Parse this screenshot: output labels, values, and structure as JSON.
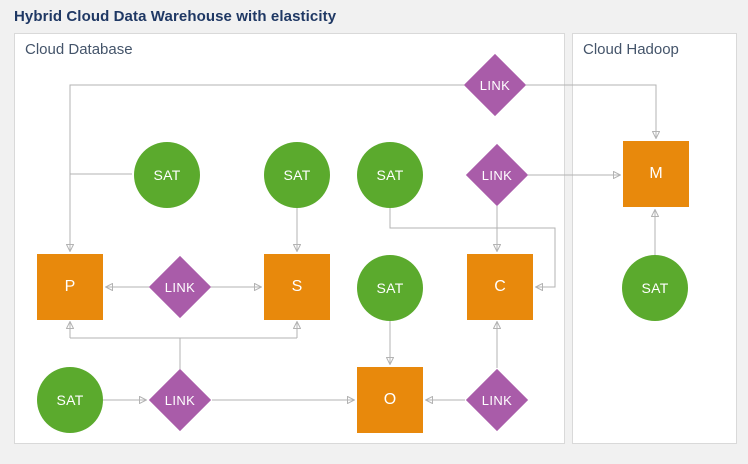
{
  "title": "Hybrid Cloud Data Warehouse with elasticity",
  "containers": {
    "database": {
      "label": "Cloud Database"
    },
    "hadoop": {
      "label": "Cloud Hadoop"
    }
  },
  "nodes": {
    "link_top": {
      "type": "link",
      "label": "LINK"
    },
    "sat_p": {
      "type": "satellite",
      "label": "SAT"
    },
    "sat_s": {
      "type": "satellite",
      "label": "SAT"
    },
    "sat_c": {
      "type": "satellite",
      "label": "SAT"
    },
    "link_m": {
      "type": "link",
      "label": "LINK"
    },
    "hub_m": {
      "type": "hub",
      "label": "M"
    },
    "hub_p": {
      "type": "hub",
      "label": "P"
    },
    "link_ps": {
      "type": "link",
      "label": "LINK"
    },
    "hub_s": {
      "type": "hub",
      "label": "S"
    },
    "sat_o": {
      "type": "satellite",
      "label": "SAT"
    },
    "hub_c": {
      "type": "hub",
      "label": "C"
    },
    "sat_m": {
      "type": "satellite",
      "label": "SAT"
    },
    "sat_bottom": {
      "type": "satellite",
      "label": "SAT"
    },
    "link_bottom": {
      "type": "link",
      "label": "LINK"
    },
    "hub_o": {
      "type": "hub",
      "label": "O"
    },
    "link_oc": {
      "type": "link",
      "label": "LINK"
    }
  },
  "colors": {
    "page_bg": "#f1f1f1",
    "container_bg": "#ffffff",
    "container_border": "#d9d9d9",
    "title_text": "#1f3864",
    "container_label_text": "#44546a",
    "hub_orange": "#e8890c",
    "sat_green": "#5baa2d",
    "link_purple": "#a95ca9",
    "line_gray": "#b3b3b3",
    "arrow_gray": "#a6a6a6",
    "node_text": "#ffffff"
  }
}
